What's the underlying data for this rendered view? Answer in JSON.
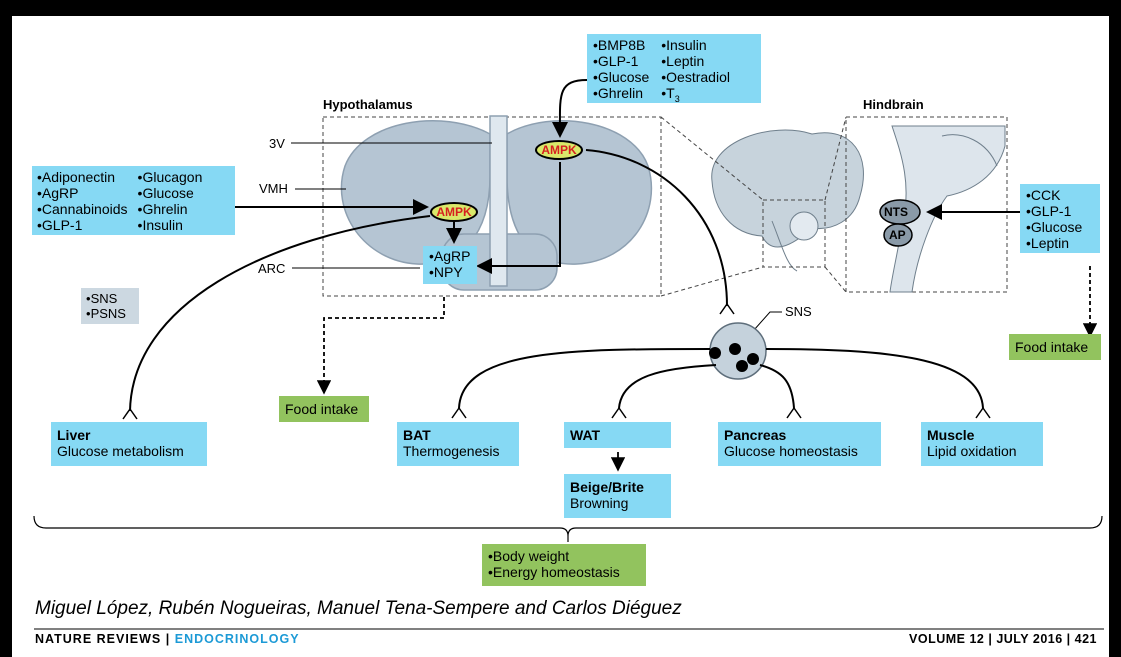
{
  "hypothalamus": {
    "title": "Hypothalamus",
    "labels": {
      "v3": "3V",
      "vmh": "VMH",
      "arc": "ARC"
    },
    "ampk_top": "AMPK",
    "ampk_left": "AMPK",
    "neurons": [
      "AgRP",
      "NPY"
    ]
  },
  "top_box": {
    "col1": [
      "BMP8B",
      "GLP-1",
      "Glucose",
      "Ghrelin"
    ],
    "col2": [
      "Insulin",
      "Leptin",
      "Oestradiol"
    ],
    "t3_base": "T",
    "t3_sub": "3"
  },
  "left_box": {
    "col1": [
      "Adiponectin",
      "AgRP",
      "Cannabinoids",
      "GLP-1"
    ],
    "col2": [
      "Glucagon",
      "Glucose",
      "Ghrelin",
      "Insulin"
    ]
  },
  "nervous": [
    "SNS",
    "PSNS"
  ],
  "hindbrain": {
    "title": "Hindbrain",
    "nts": "NTS",
    "ap": "AP",
    "signals": [
      "CCK",
      "GLP-1",
      "Glucose",
      "Leptin"
    ]
  },
  "sns_label": "SNS",
  "food_intake_left": "Food intake",
  "food_intake_right": "Food intake",
  "targets": {
    "liver": {
      "title": "Liver",
      "desc": "Glucose metabolism"
    },
    "bat": {
      "title": "BAT",
      "desc": "Thermogenesis"
    },
    "wat": {
      "title": "WAT"
    },
    "beige": {
      "title": "Beige/Brite",
      "desc": "Browning"
    },
    "pancreas": {
      "title": "Pancreas",
      "desc": "Glucose homeostasis"
    },
    "muscle": {
      "title": "Muscle",
      "desc": "Lipid oxidation"
    }
  },
  "outcomes": [
    "Body weight",
    "Energy homeostasis"
  ],
  "authors": "Miguel López, Rubén Nogueiras, Manuel Tena-Sempere and Carlos Diéguez",
  "footer": {
    "journal_prefix": "NATURE REVIEWS",
    "separator": " | ",
    "journal_section": "ENDOCRINOLOGY",
    "volume_info": "VOLUME 12 | JULY 2016 | ",
    "page": "421"
  },
  "colors": {
    "signal_box": "#86d9f4",
    "outcome_box": "#92c35e",
    "ampk_fill": "#d9e86a",
    "ampk_text": "#d62020",
    "brain": "#b5c5d3"
  }
}
